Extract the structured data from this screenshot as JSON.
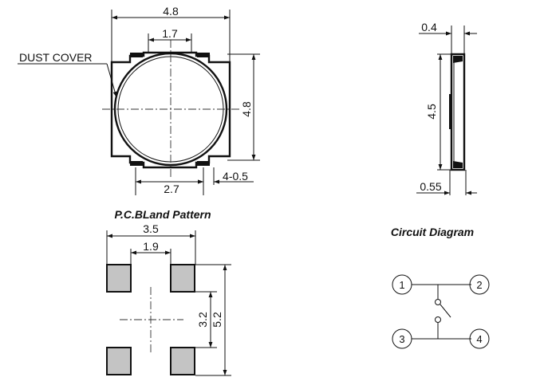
{
  "top_view": {
    "dim_width": "4.8",
    "dim_inner_top": "1.7",
    "dim_height": "4.8",
    "dim_bottom_span": "2.7",
    "dim_tab": "4-0.5",
    "label_dust_cover": "DUST COVER"
  },
  "side_view": {
    "dim_thickness": "0.4",
    "dim_height": "4.5",
    "dim_base": "0.55"
  },
  "land_pattern": {
    "title": "P.C.BLand Pattern",
    "dim_outer_width": "3.5",
    "dim_inner_gap": "1.9",
    "dim_inner_height": "3.2",
    "dim_outer_height": "5.2"
  },
  "circuit": {
    "title": "Circuit Diagram",
    "pins": [
      "1",
      "2",
      "3",
      "4"
    ]
  }
}
